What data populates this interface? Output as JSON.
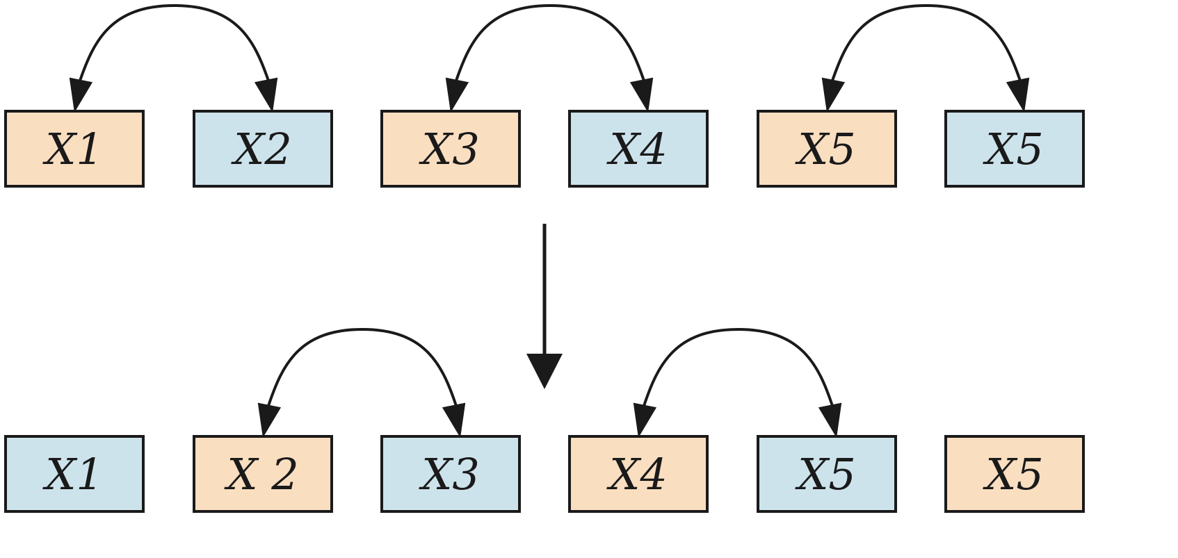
{
  "colors": {
    "orange": "#fadec0",
    "blue": "#cde3ec",
    "stroke": "#1a1a1a"
  },
  "rows": [
    {
      "id": "top",
      "boxes": [
        {
          "label": "X1",
          "color": "orange"
        },
        {
          "label": "X2",
          "color": "blue"
        },
        {
          "label": "X3",
          "color": "orange"
        },
        {
          "label": "X4",
          "color": "blue"
        },
        {
          "label": "X5",
          "color": "orange"
        },
        {
          "label": "X5",
          "color": "blue"
        }
      ],
      "swaps": [
        [
          0,
          1
        ],
        [
          2,
          3
        ],
        [
          4,
          5
        ]
      ]
    },
    {
      "id": "bottom",
      "boxes": [
        {
          "label": "X1",
          "color": "blue"
        },
        {
          "label": "X 2",
          "color": "orange"
        },
        {
          "label": "X3",
          "color": "blue"
        },
        {
          "label": "X4",
          "color": "orange"
        },
        {
          "label": "X5",
          "color": "blue"
        },
        {
          "label": "X5",
          "color": "orange"
        }
      ],
      "swaps": [
        [
          1,
          2
        ],
        [
          3,
          4
        ]
      ]
    }
  ]
}
